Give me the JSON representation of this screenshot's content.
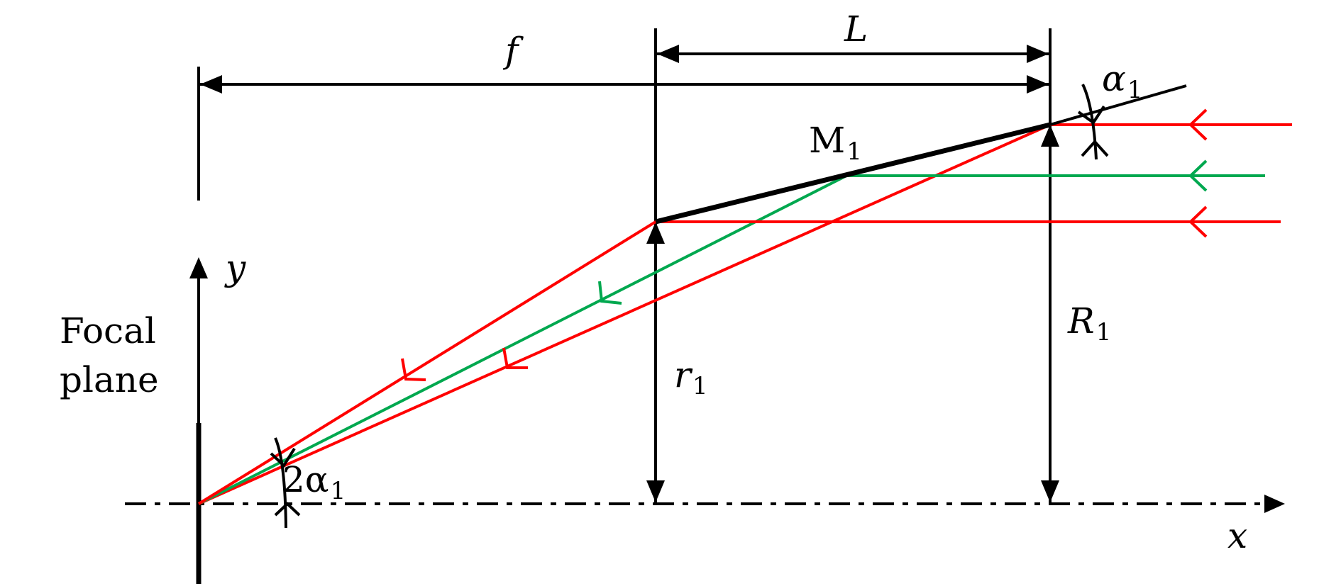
{
  "labels": {
    "f": "f",
    "L": "L",
    "alpha": "α",
    "alpha_sub": "1",
    "mirror": "M",
    "mirror_sub": "1",
    "y_axis": "y",
    "x_axis": "x",
    "focal_line1": "Focal",
    "focal_line2": "plane",
    "r": "r",
    "r_sub": "1",
    "R": "R",
    "R_sub": "1",
    "two_alpha": "2α",
    "two_alpha_sub": "1"
  },
  "colors": {
    "edge_ray": "#ff0000",
    "center_ray": "#00a84f",
    "line": "#000000"
  }
}
